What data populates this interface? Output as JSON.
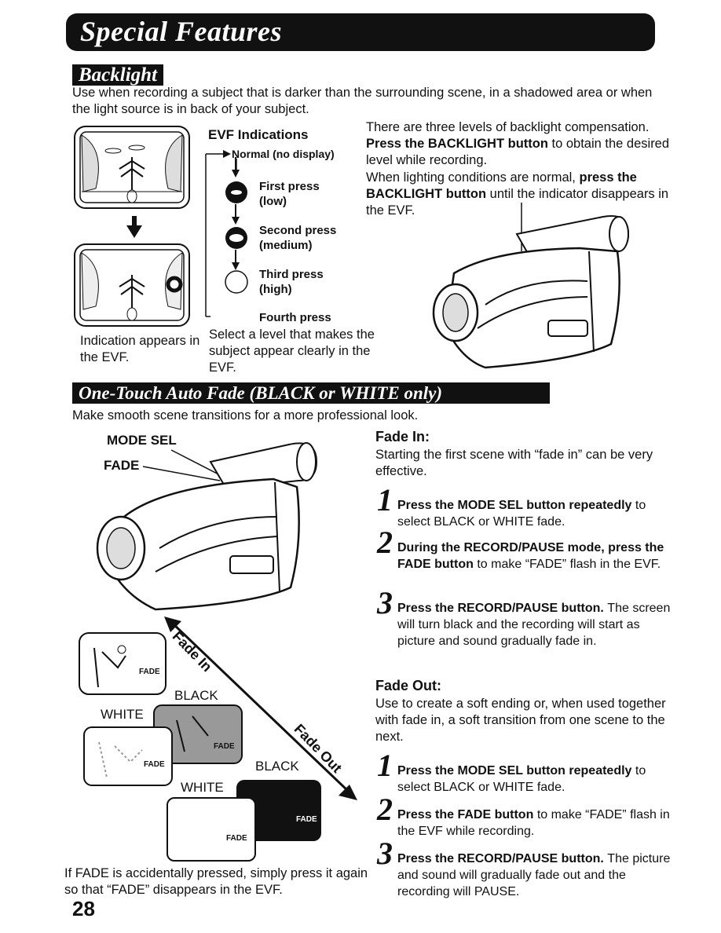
{
  "header": {
    "title": "Special Features"
  },
  "backlight": {
    "label": "Backlight",
    "intro": "Use when recording a subject that is darker than the surrounding scene, in a shadowed area or when the light source is in back of your subject.",
    "evf_heading": "EVF Indications",
    "normal": "Normal (no display)",
    "presses": [
      {
        "line1": "First press",
        "line2": "(low)"
      },
      {
        "line1": "Second press",
        "line2": "(medium)"
      },
      {
        "line1": "Third press",
        "line2": "(high)"
      }
    ],
    "fourth": "Fourth press",
    "fourth_desc": "Select a level that makes the subject appear clearly in the EVF.",
    "indication": "Indication appears in the EVF.",
    "para1_a": "There are three levels of backlight compensation.",
    "para1_b": "Press the BACKLIGHT button",
    "para1_c": "to obtain the desired level while recording.",
    "para2_a": "When lighting conditions are normal,",
    "para2_b": "press the BACKLIGHT button",
    "para2_c": "until the indicator disappears in the EVF."
  },
  "fade": {
    "label": "One-Touch Auto Fade (BLACK or WHITE only)",
    "intro": "Make smooth scene transitions for a more professional look.",
    "mode_sel": "MODE SEL",
    "fade_label": "FADE",
    "fade_in_arrow": "Fade In",
    "fade_out_arrow": "Fade Out",
    "black": "BLACK",
    "white": "WHITE",
    "screen_fade": "FADE",
    "fade_in": {
      "heading": "Fade In:",
      "desc": "Starting the first scene with “fade in” can be very effective.",
      "steps": [
        {
          "num": "1",
          "bold": "Press the MODE SEL button repeatedly",
          "text": "to select BLACK or WHITE fade."
        },
        {
          "num": "2",
          "bold": "During the RECORD/PAUSE mode, press the FADE button",
          "text": "to make “FADE” flash in the EVF."
        },
        {
          "num": "3",
          "bold": "Press the RECORD/PAUSE button.",
          "text": "The screen will turn black and the recording will start as picture and sound gradually fade in."
        }
      ]
    },
    "fade_out": {
      "heading": "Fade Out:",
      "desc": "Use to create a soft ending or, when used together with fade in, a soft transition from one scene to the next.",
      "steps": [
        {
          "num": "1",
          "bold": "Press the MODE SEL button repeatedly",
          "text": "to select BLACK or WHITE fade."
        },
        {
          "num": "2",
          "bold": "Press the FADE button",
          "text": "to make “FADE” flash in the EVF while recording."
        },
        {
          "num": "3",
          "bold": "Press the RECORD/PAUSE button.",
          "text": "The picture and sound will gradually fade out and the recording will PAUSE."
        }
      ]
    },
    "note": "If FADE is accidentally pressed, simply press it again so that “FADE” disappears in the EVF."
  },
  "page_number": "28"
}
